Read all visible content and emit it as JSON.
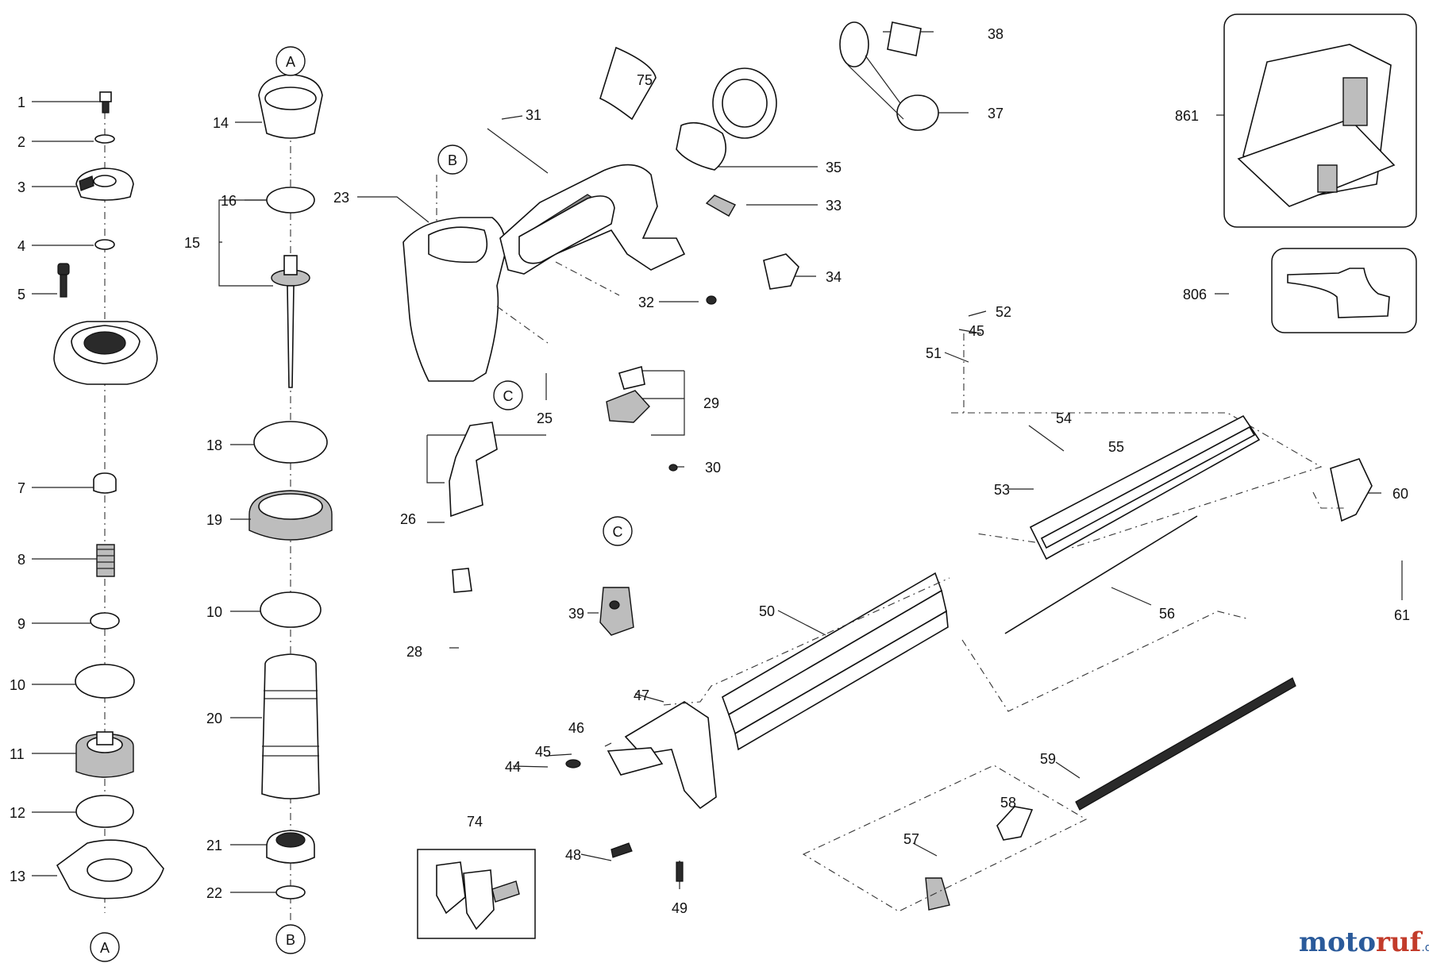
{
  "diagram": {
    "callouts": [
      "1",
      "2",
      "3",
      "4",
      "5",
      "7",
      "8",
      "9",
      "10",
      "11",
      "12",
      "13",
      "14",
      "15",
      "16",
      "18",
      "19",
      "10",
      "20",
      "21",
      "22",
      "23",
      "31",
      "75",
      "38",
      "37",
      "35",
      "33",
      "34",
      "32",
      "25",
      "26",
      "28",
      "29",
      "30",
      "39",
      "861",
      "806",
      "52",
      "45",
      "51",
      "54",
      "55",
      "53",
      "60",
      "61",
      "50",
      "56",
      "47",
      "46",
      "45",
      "44",
      "48",
      "49",
      "59",
      "58",
      "57",
      "74"
    ],
    "ref_markers": [
      "A",
      "A",
      "B",
      "B",
      "C",
      "C"
    ]
  },
  "watermark": {
    "part1": "moto",
    "part2": "ruf",
    "part3": ".de"
  }
}
